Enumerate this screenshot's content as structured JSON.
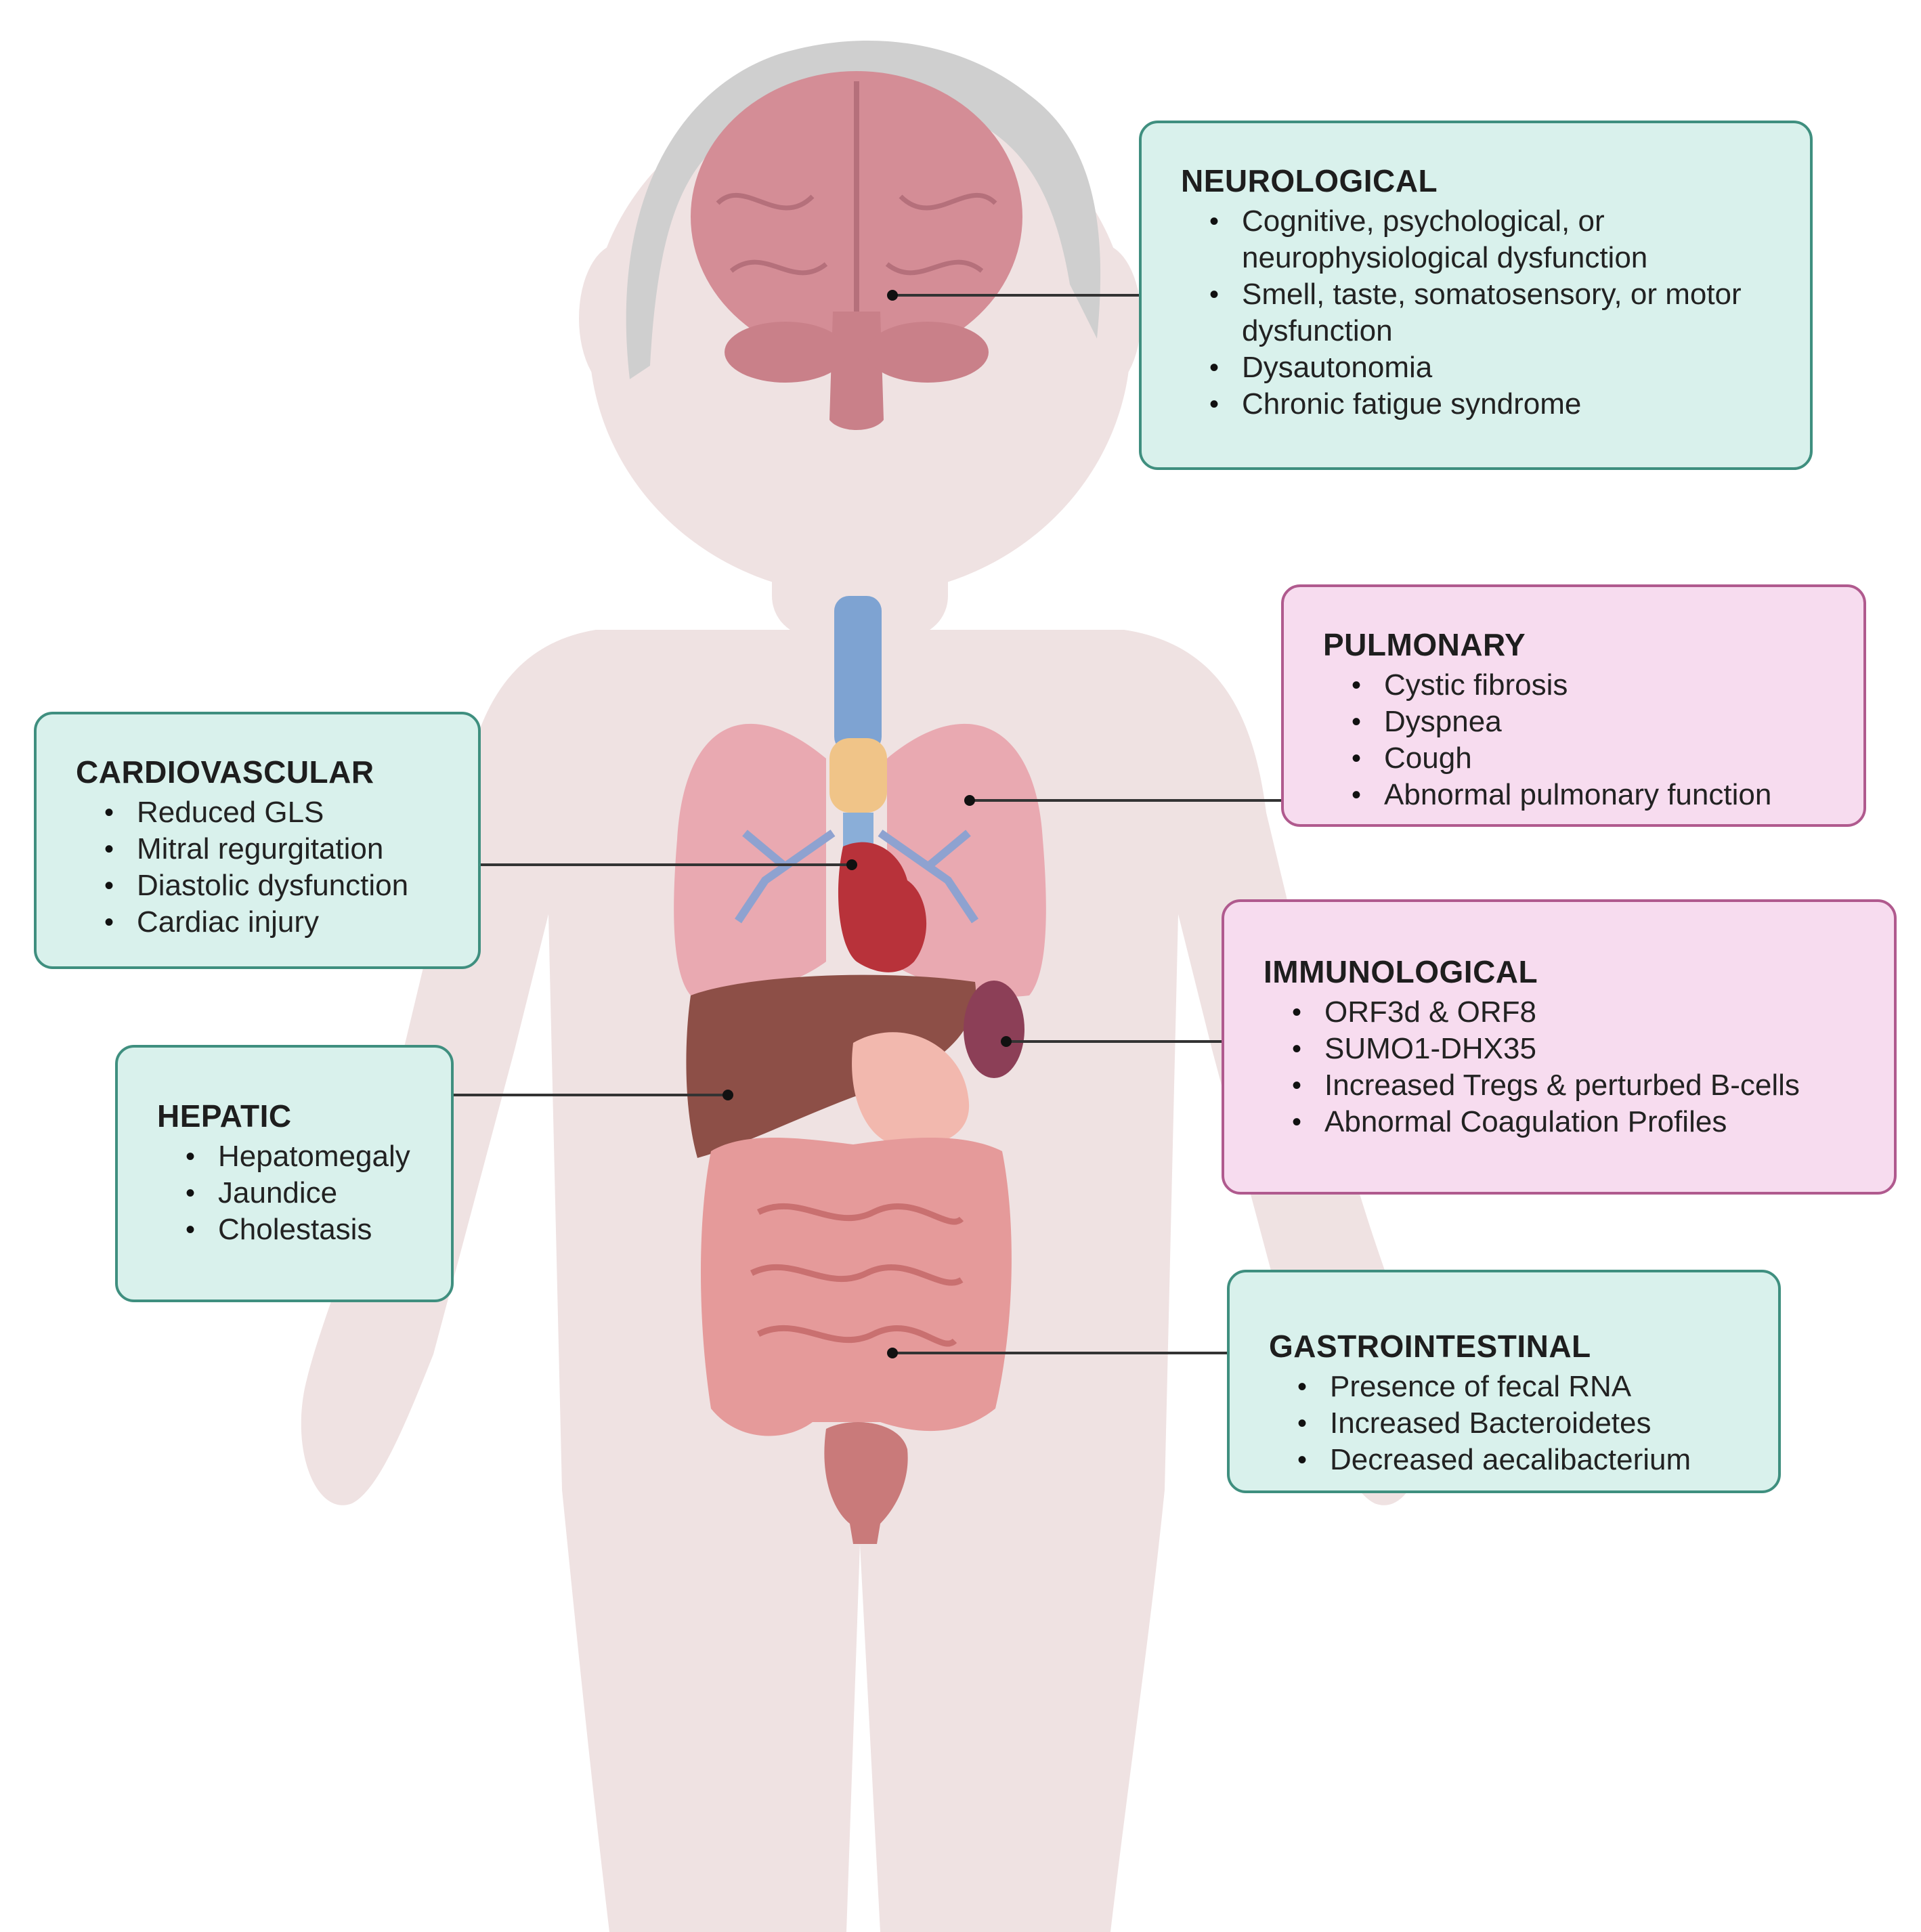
{
  "boxes": {
    "neuro": {
      "title": "NEUROLOGICAL",
      "items": [
        "Cognitive, psychological, or neurophysiological dysfunction",
        "Smell, taste, somatosensory, or motor dysfunction",
        "Dysautonomia",
        "Chronic fatigue syndrome"
      ]
    },
    "pulm": {
      "title": "PULMONARY",
      "items": [
        "Cystic fibrosis",
        "Dyspnea",
        "Cough",
        "Abnormal pulmonary function"
      ]
    },
    "cardio": {
      "title": "CARDIOVASCULAR",
      "items": [
        "Reduced GLS",
        "Mitral regurgitation",
        "Diastolic dysfunction",
        "Cardiac injury"
      ]
    },
    "immuno": {
      "title": "IMMUNOLOGICAL",
      "items": [
        "ORF3d & ORF8",
        "SUMO1-DHX35",
        "Increased Tregs & perturbed B-cells",
        "Abnormal Coagulation Profiles"
      ]
    },
    "hepatic": {
      "title": "HEPATIC",
      "items": [
        "Hepatomegaly",
        "Jaundice",
        "Cholestasis"
      ]
    },
    "gi": {
      "title": "GASTROINTESTINAL",
      "items": [
        "Presence of fecal RNA",
        "Increased Bacteroidetes",
        "Decreased aecalibacterium"
      ]
    }
  },
  "colors": {
    "green_fill": "#d9f1ec",
    "green_border": "#3f8f7f",
    "pink_fill": "#f7dcef",
    "pink_border": "#b05a8e",
    "body_skin": "#efe2e2",
    "hair": "#cfcfcf",
    "brain": "#d48d96",
    "lungs": "#e9a9b1",
    "heart": "#b8323a",
    "liver": "#8d4f47",
    "intestine": "#e59a9a",
    "trachea": "#7ea3d2"
  },
  "icons": [
    "child-silhouette",
    "brain-icon",
    "lungs-icon",
    "heart-icon",
    "liver-icon",
    "spleen-icon",
    "intestine-icon",
    "bladder-icon"
  ]
}
